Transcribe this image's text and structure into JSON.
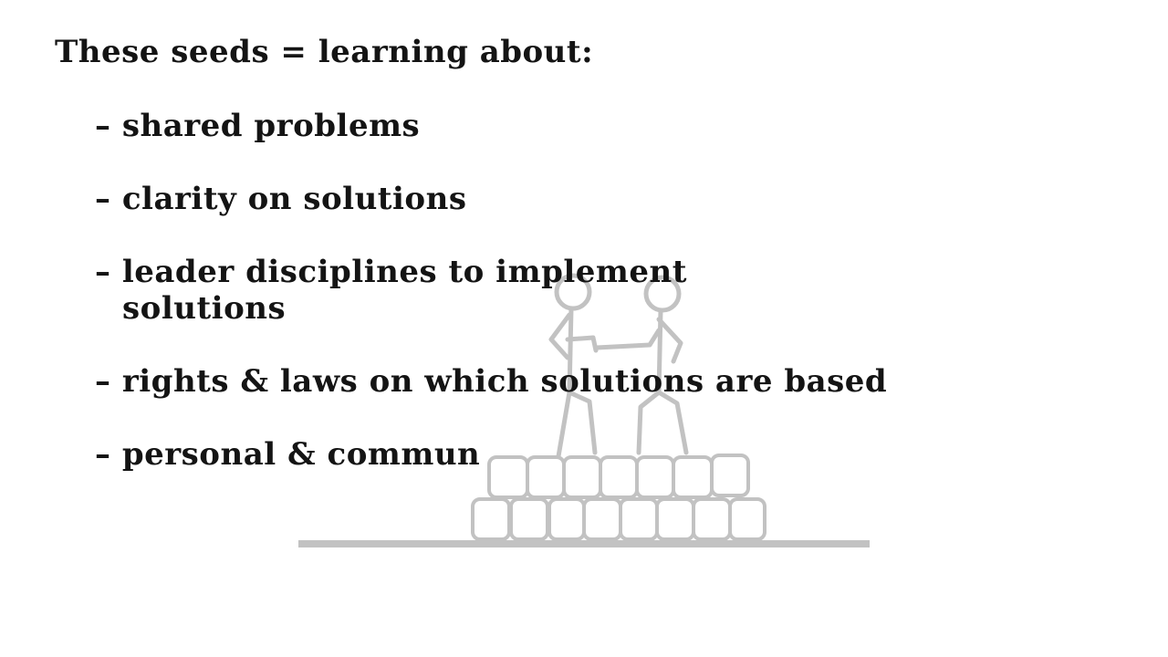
{
  "slide": {
    "title": "These seeds = learning about:",
    "bullets": [
      "– shared problems",
      "– clarity on solutions",
      "– leader disciplines to implement",
      "solutions",
      "– rights & laws on which solutions are based",
      "– personal & commun"
    ]
  },
  "colors": {
    "text": "#141414",
    "illustration": "#c2c2c2",
    "background": "#ffffff"
  },
  "illustration": {
    "icon": "two-people-shaking-hands-on-brick-pedestal-icon"
  }
}
